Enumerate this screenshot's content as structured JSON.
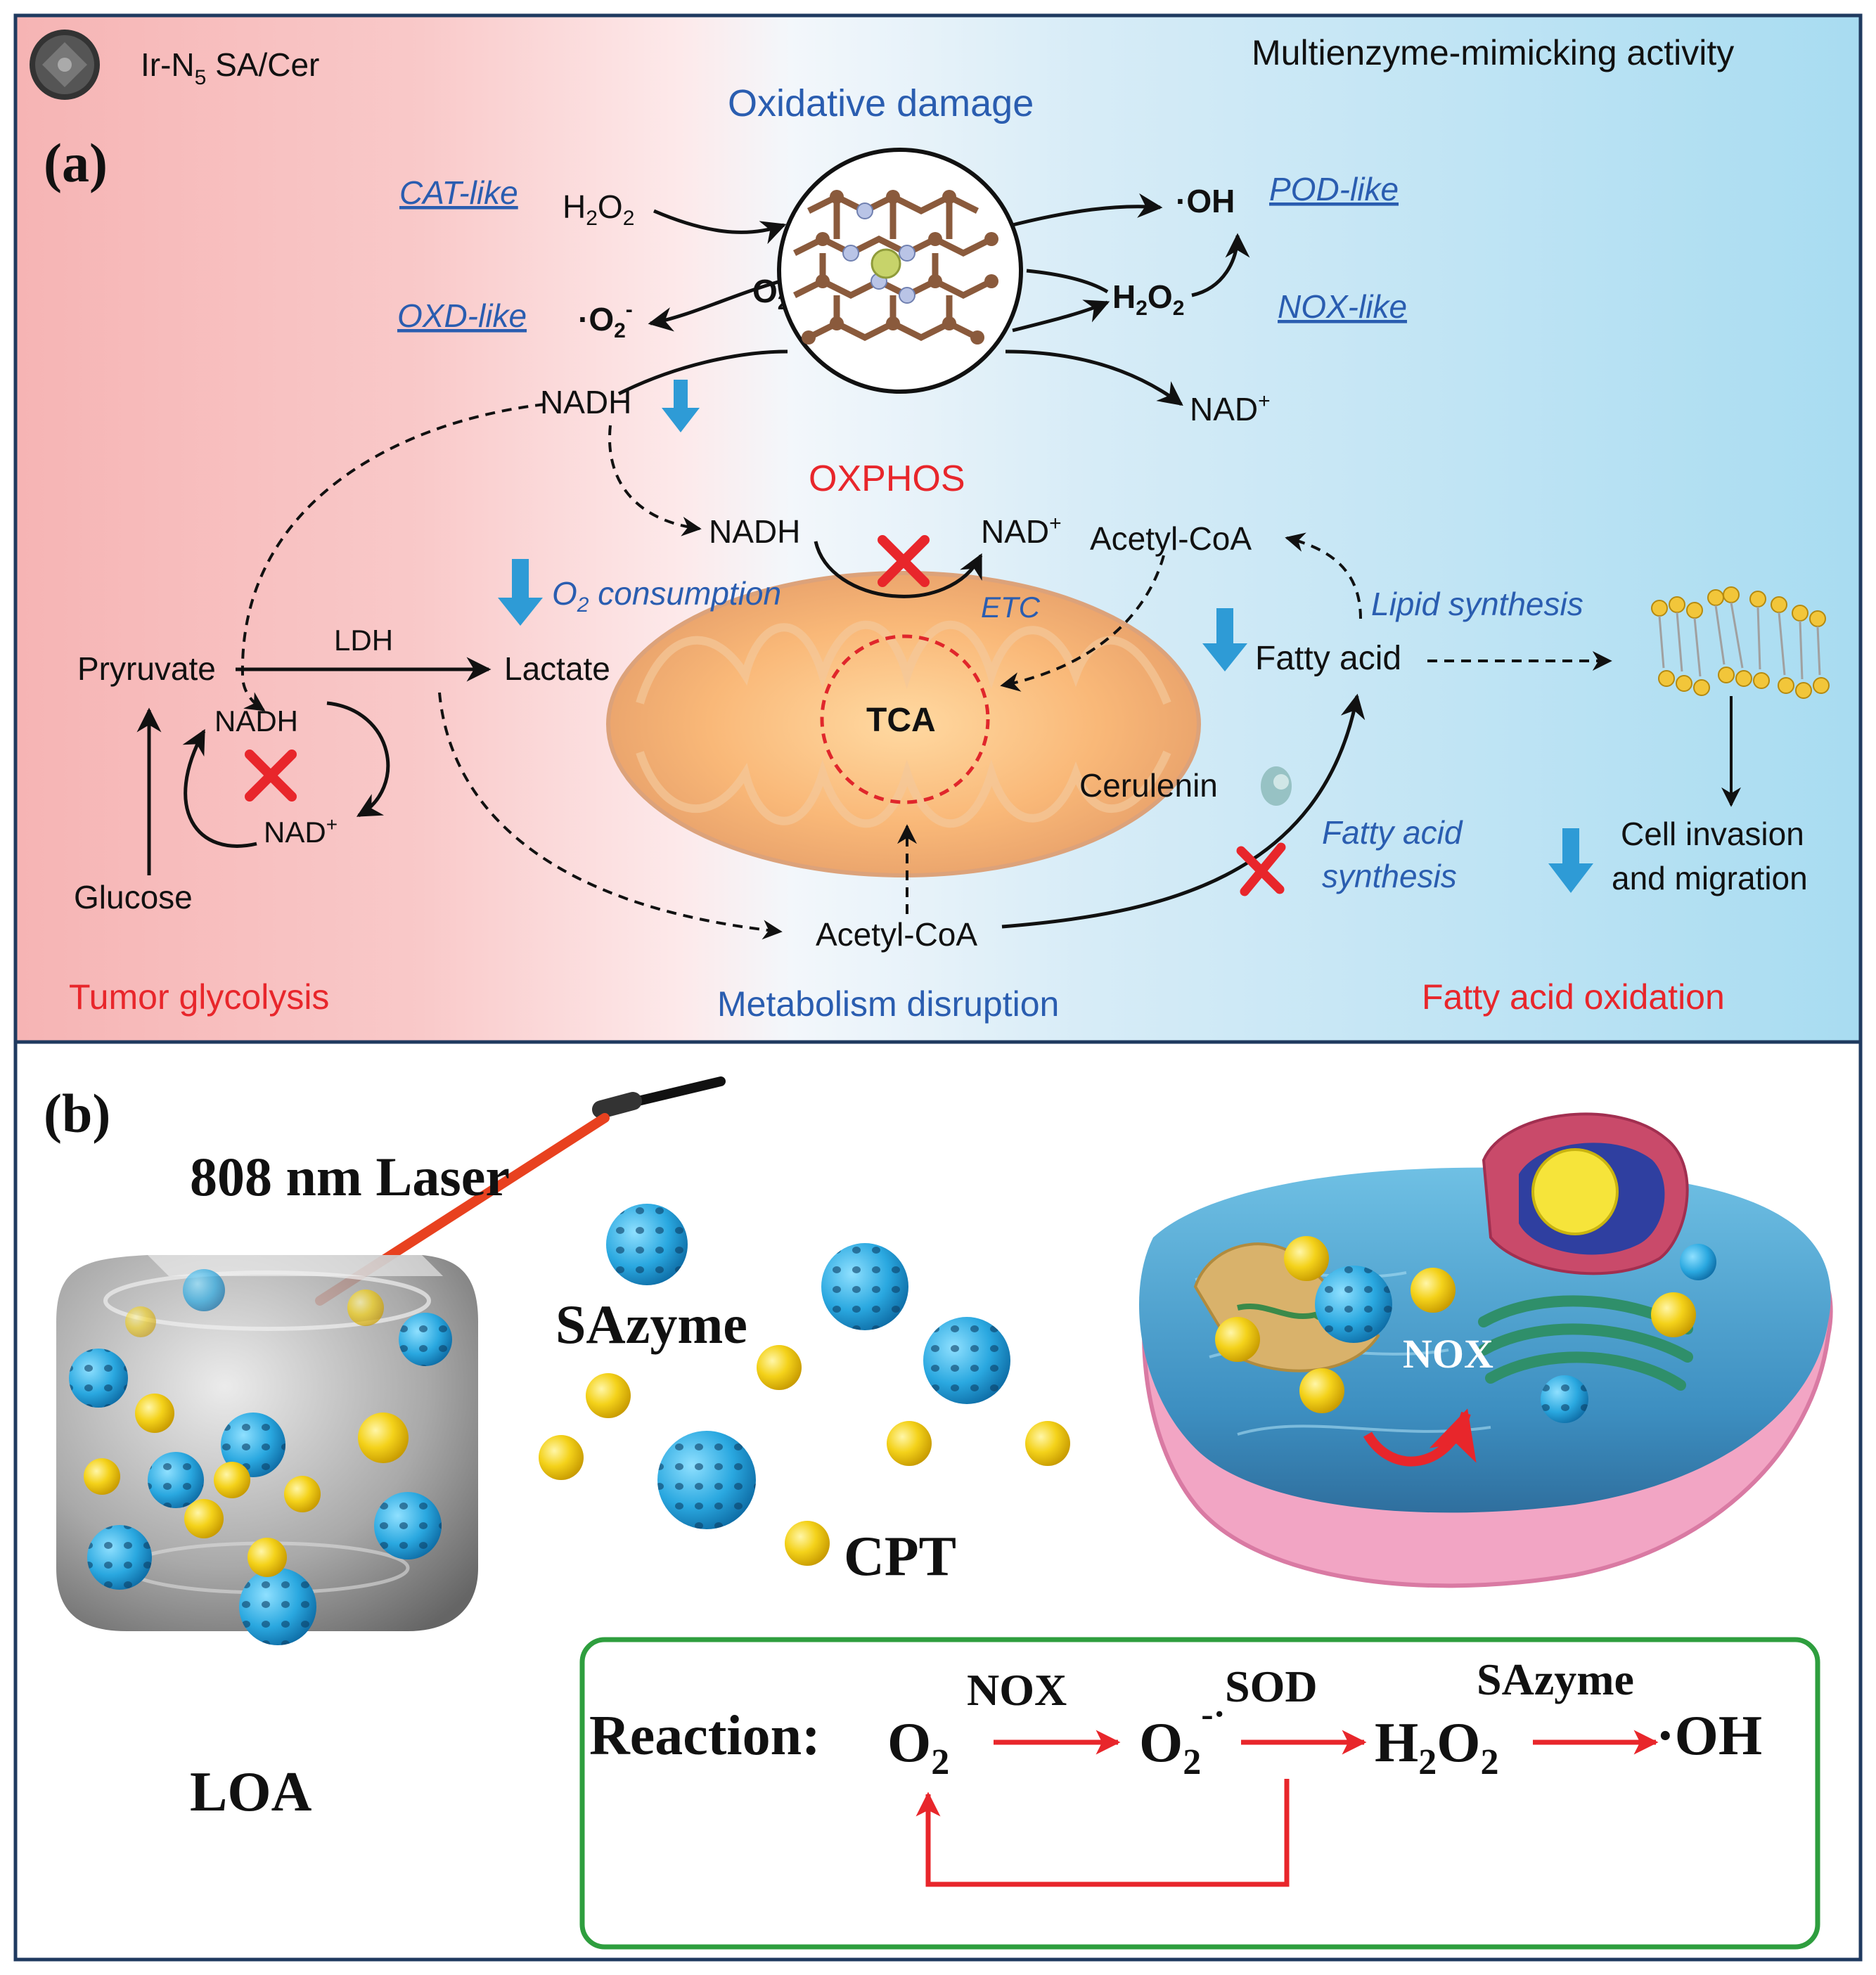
{
  "panel_a": {
    "label": "(a)",
    "legend_material": "Ir-N",
    "legend_material_sub": "5",
    "legend_material_suffix": " SA/Cer",
    "title_right": "Multienzyme-mimicking activity",
    "oxidative_damage": "Oxidative damage",
    "enzymes": {
      "cat": "CAT-like",
      "oxd": "OXD-like",
      "pod": "POD-like",
      "nox": "NOX-like"
    },
    "species": {
      "h2o2_left": "H",
      "h2o2_left_sub1": "2",
      "h2o2_left_mid": "O",
      "h2o2_left_sub2": "2",
      "o2_center": "O",
      "o2_center_sub": "2",
      "superoxide": "·O",
      "superoxide_sub": "2",
      "superoxide_sup": "-",
      "oh": "·OH",
      "h2o2_right": "H",
      "h2o2_right_sub1": "2",
      "h2o2_right_mid": "O",
      "h2o2_right_sub2": "2",
      "nadh_top": "NADH",
      "nad_top": "NAD",
      "nad_top_sup": "+"
    },
    "oxphos": "OXPHOS",
    "nadh_mid": "NADH",
    "nad_mid": "NAD",
    "nad_mid_sup": "+",
    "acetyl_coa_top": "Acetyl-CoA",
    "o2_consumption_o": "O",
    "o2_consumption_sub": "2",
    "o2_consumption_rest": " consumption",
    "etc": "ETC",
    "lipid_synthesis": "Lipid synthesis",
    "fatty_acid": "Fatty acid",
    "pyruvate": "Pryruvate",
    "ldh": "LDH",
    "lactate": "Lactate",
    "tca": "TCA",
    "nadh_cycle": "NADH",
    "nad_cycle": "NAD",
    "nad_cycle_sup": "+",
    "glucose": "Glucose",
    "cerulenin": "Cerulenin",
    "fatty_acid_synthesis_1": "Fatty acid",
    "fatty_acid_synthesis_2": "synthesis",
    "cell_invasion_1": "Cell invasion",
    "cell_invasion_2": "and migration",
    "acetyl_coa_bottom": "Acetyl-CoA",
    "bottom_left": "Tumor glycolysis",
    "bottom_mid": "Metabolism disruption",
    "bottom_right": "Fatty acid oxidation",
    "colors": {
      "red_label": "#e8262b",
      "blue_label": "#2a5db0",
      "arrow_blue": "#2e9bd6"
    }
  },
  "panel_b": {
    "label": "(b)",
    "laser": "808 nm Laser",
    "sazyme": "SAzyme",
    "cpt": "CPT",
    "loa": "LOA",
    "nox_cell": "NOX",
    "reaction_label": "Reaction:",
    "o2": "O",
    "o2_sub": "2",
    "nox_arrow": "NOX",
    "superoxide": "O",
    "superoxide_sub": "2",
    "superoxide_sup": "-·",
    "sod_arrow": "SOD",
    "h2o2_h": "H",
    "h2o2_sub1": "2",
    "h2o2_o": "O",
    "h2o2_sub2": "2",
    "sazyme_arrow": "SAzyme",
    "oh": "·OH",
    "colors": {
      "box_border": "#2e9e3e",
      "reaction_arrow": "#e8262b"
    }
  }
}
